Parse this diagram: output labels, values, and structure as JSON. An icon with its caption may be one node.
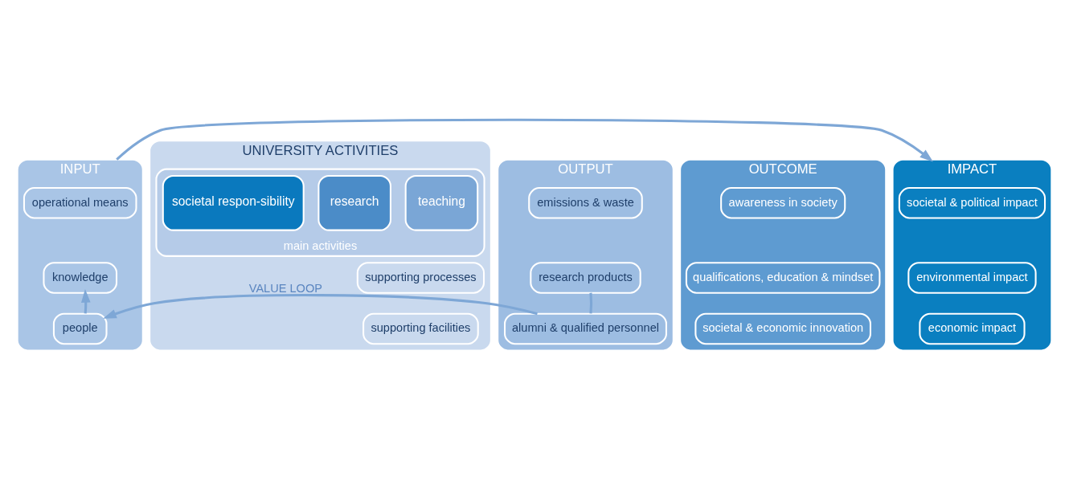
{
  "diagram": {
    "nodes": [
      {
        "text": [
          "INPUT"
        ]
      },
      {
        "text": [
          "operational means"
        ],
        "in": 0
      },
      {
        "text": [
          "knowledge"
        ],
        "in": 0
      },
      {
        "text": [
          "people"
        ],
        "in": 0
      },
      {
        "text": [
          "UNIVERSITY ACTIVITIES"
        ]
      },
      {
        "text": [
          "main activities"
        ],
        "in": 4
      },
      {
        "text": [
          "teaching"
        ],
        "in": 5
      },
      {
        "text": [
          "research"
        ],
        "in": 5
      },
      {
        "text": [
          "societal respon-sibility"
        ],
        "in": 5
      },
      {
        "text": [
          "supporting processes"
        ],
        "in": 4
      },
      {
        "text": [
          "supporting facilities"
        ],
        "in": 4
      },
      {
        "text": [
          "OUTPUT"
        ]
      },
      {
        "text": [
          "emissions & waste"
        ],
        "in": 11
      },
      {
        "text": [
          "research products"
        ],
        "in": 11
      },
      {
        "text": [
          "alumni & qualified personnel"
        ],
        "in": 11
      },
      {
        "text": [
          "OUTCOME"
        ]
      },
      {
        "text": [
          "awareness in society"
        ],
        "in": 15
      },
      {
        "text": [
          "qualifications, education & mindset"
        ],
        "in": 15
      },
      {
        "text": [
          "societal & economic innovation"
        ],
        "in": 15
      },
      {
        "text": [
          "IMPACT"
        ]
      },
      {
        "text": [
          "societal & political impact"
        ],
        "in": 19
      },
      {
        "text": [
          "environmental impact"
        ],
        "in": 19
      },
      {
        "text": [
          "economic impact"
        ],
        "in": 19
      }
    ],
    "edges": [
      {
        "from": 0,
        "to": 19,
        "arrow": "to"
      },
      {
        "from": 3,
        "to": 2,
        "arrow": "to"
      },
      {
        "from": 13,
        "to": 14,
        "arrow": "none"
      },
      {
        "from": 14,
        "to": 3,
        "label": "VALUE LOOP",
        "arrow": "to"
      }
    ]
  }
}
